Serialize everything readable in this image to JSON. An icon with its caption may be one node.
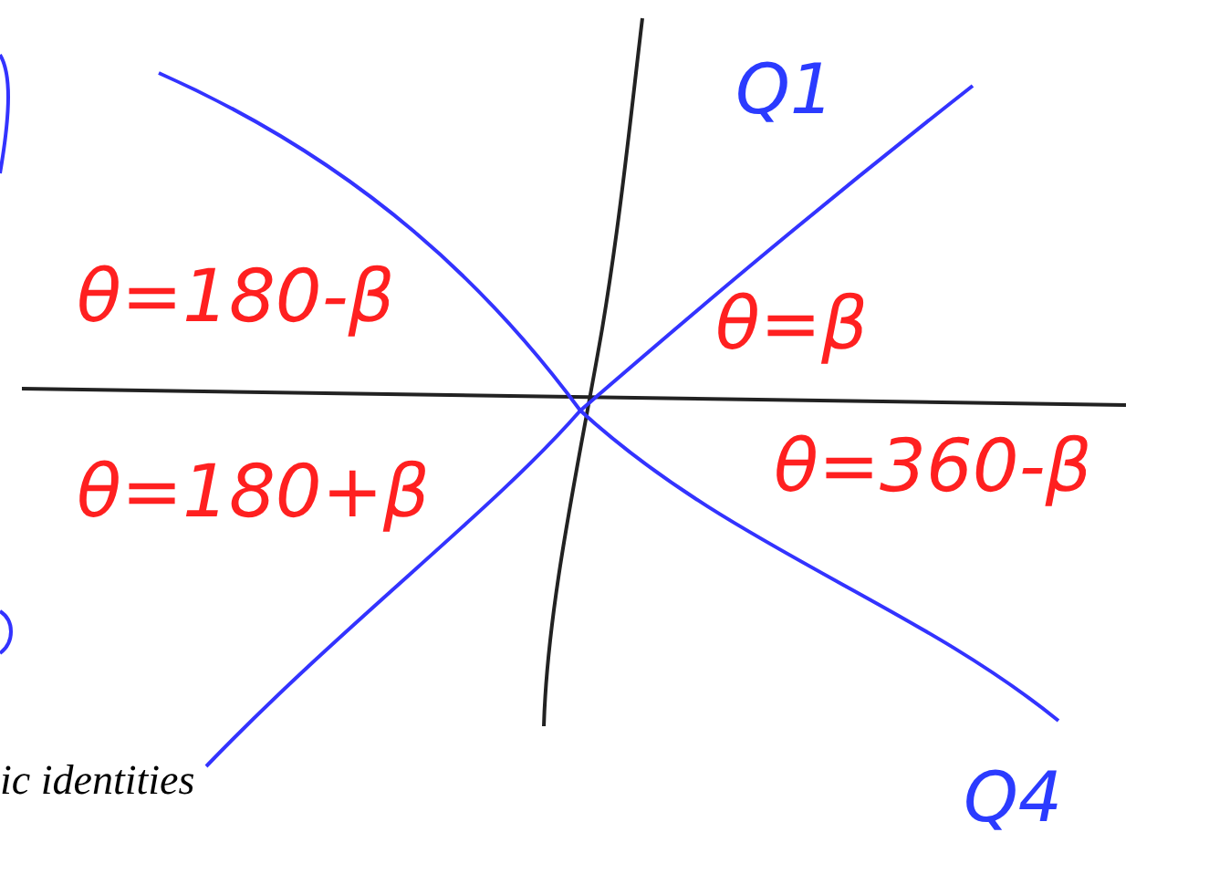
{
  "diagram": {
    "labels": [
      "Q1",
      "θ=180-β",
      "θ=β",
      "θ=180+β",
      "θ=360-β",
      "ic identities",
      "Q4"
    ]
  }
}
